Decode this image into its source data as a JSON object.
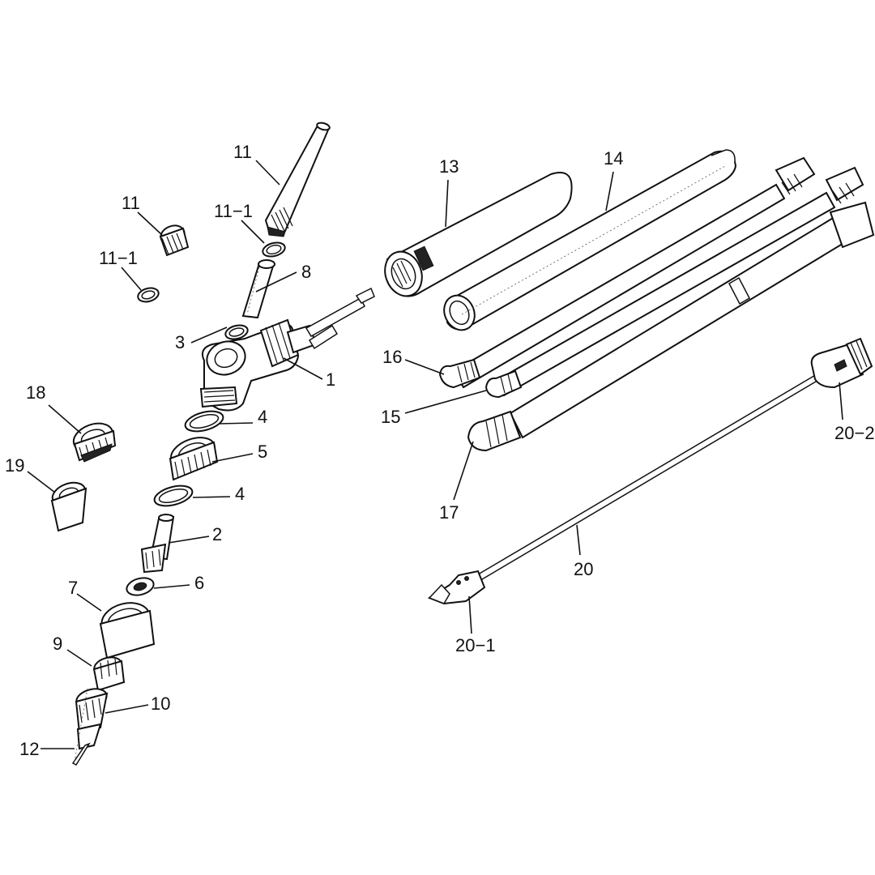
{
  "labels": {
    "p1": "1",
    "p2": "2",
    "p3": "3",
    "p4a": "4",
    "p4b": "4",
    "p5": "5",
    "p6": "6",
    "p7": "7",
    "p8": "8",
    "p9": "9",
    "p10": "10",
    "p11a": "11",
    "p11b": "11",
    "p11_1a": "11−1",
    "p11_1b": "11−1",
    "p12": "12",
    "p13": "13",
    "p14": "14",
    "p15": "15",
    "p16": "16",
    "p17": "17",
    "p18": "18",
    "p19": "19",
    "p20": "20",
    "p20_1": "20−1",
    "p20_2": "20−2"
  }
}
